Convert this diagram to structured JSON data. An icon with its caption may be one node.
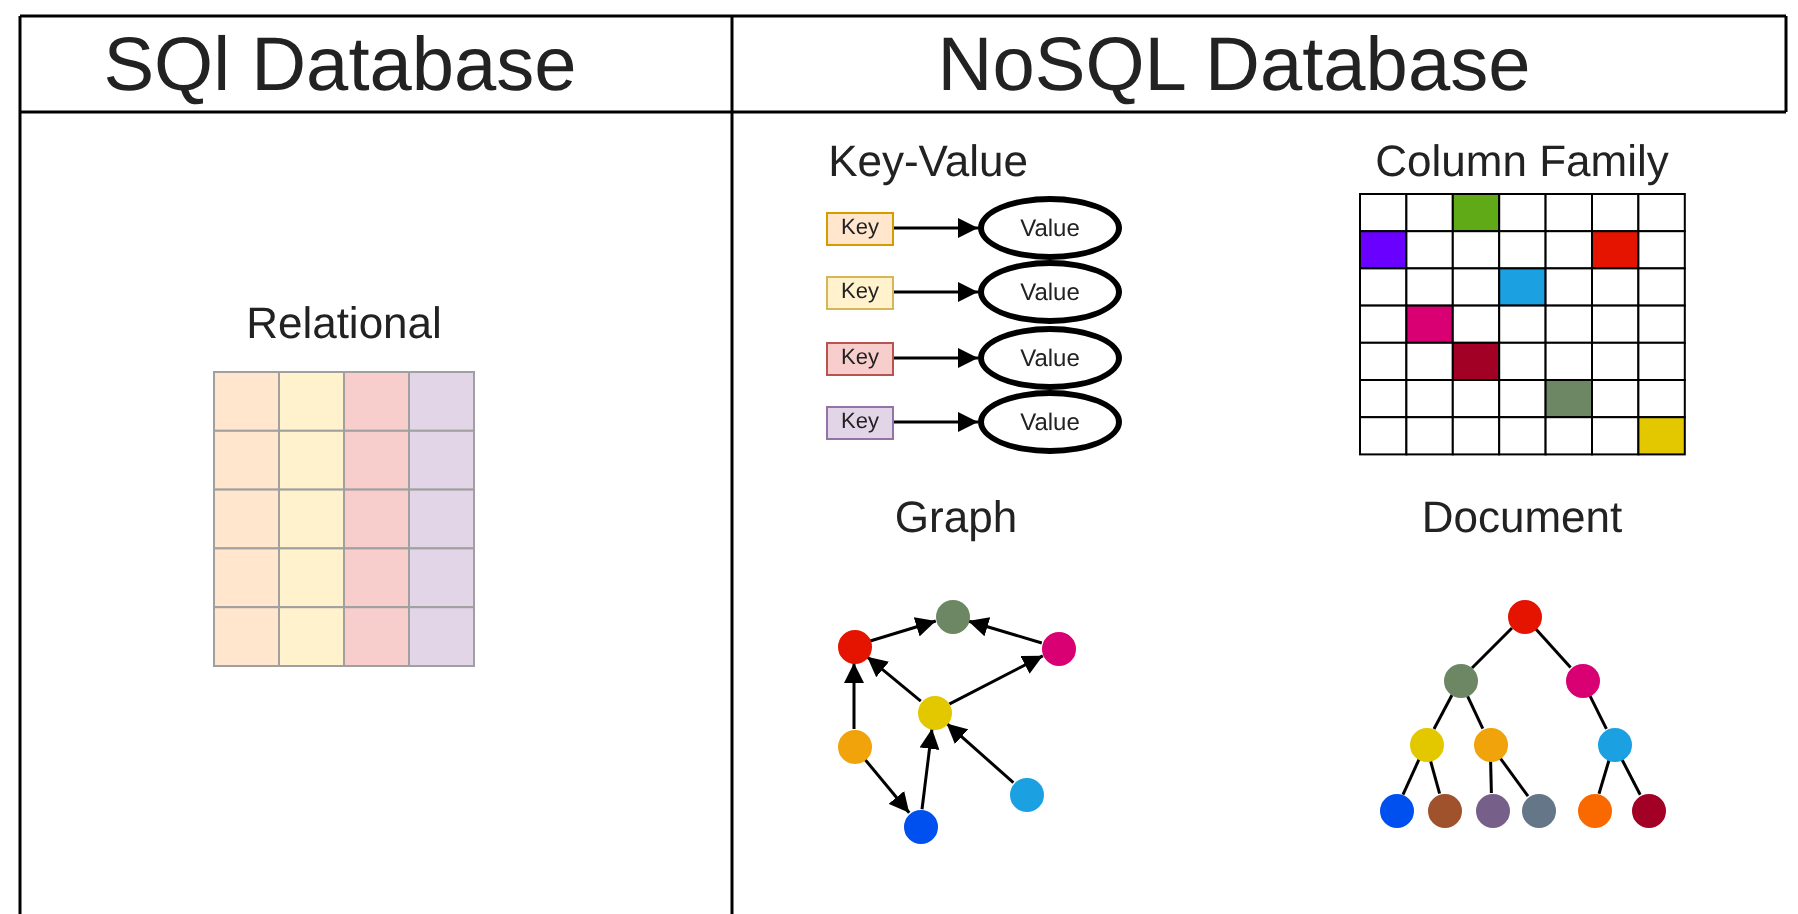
{
  "diagram": {
    "nodes": [
      {
        "text": [
          "Key"
        ]
      },
      {
        "text": [
          "Value"
        ]
      },
      {
        "text": [
          "Key"
        ]
      },
      {
        "text": [
          "Value"
        ]
      },
      {
        "text": [
          "Key"
        ]
      },
      {
        "text": [
          "Value"
        ]
      },
      {
        "text": [
          "Key"
        ]
      },
      {
        "text": [
          "Value"
        ]
      },
      {
        "text": [],
        "shape": "circle"
      },
      {
        "text": [],
        "shape": "circle"
      },
      {
        "text": [],
        "shape": "circle"
      },
      {
        "text": [],
        "shape": "circle"
      },
      {
        "text": [],
        "shape": "circle"
      },
      {
        "text": [],
        "shape": "circle"
      },
      {
        "text": [],
        "shape": "circle"
      },
      {
        "text": [],
        "shape": "circle"
      },
      {
        "text": [],
        "shape": "circle"
      },
      {
        "text": [],
        "shape": "circle"
      },
      {
        "text": [],
        "shape": "circle"
      },
      {
        "text": [],
        "shape": "circle"
      },
      {
        "text": [],
        "shape": "circle"
      },
      {
        "text": [],
        "shape": "circle"
      },
      {
        "text": [],
        "shape": "circle"
      },
      {
        "text": [],
        "shape": "circle"
      },
      {
        "text": [],
        "shape": "circle"
      },
      {
        "text": [],
        "shape": "circle"
      },
      {
        "text": [],
        "shape": "circle"
      }
    ],
    "edges": [
      {
        "from": 0,
        "to": 1,
        "arrow": "to"
      },
      {
        "from": 2,
        "to": 3,
        "arrow": "to"
      },
      {
        "from": 4,
        "to": 5,
        "arrow": "to"
      },
      {
        "from": 6,
        "to": 7,
        "arrow": "to"
      },
      {
        "from": 9,
        "to": 8,
        "arrow": "to"
      },
      {
        "from": 10,
        "to": 8,
        "arrow": "to"
      },
      {
        "from": 11,
        "to": 9,
        "arrow": "to"
      },
      {
        "from": 11,
        "to": 10,
        "arrow": "to"
      },
      {
        "from": 12,
        "to": 9,
        "arrow": "to"
      },
      {
        "from": 12,
        "to": 14,
        "arrow": "to"
      },
      {
        "from": 14,
        "to": 11,
        "arrow": "to"
      },
      {
        "from": 13,
        "to": 11,
        "arrow": "to"
      },
      {
        "from": 15,
        "to": 16,
        "arrow": "none"
      },
      {
        "from": 15,
        "to": 17,
        "arrow": "none"
      },
      {
        "from": 16,
        "to": 18,
        "arrow": "none"
      },
      {
        "from": 16,
        "to": 19,
        "arrow": "none"
      },
      {
        "from": 17,
        "to": 20,
        "arrow": "none"
      },
      {
        "from": 18,
        "to": 21,
        "arrow": "none"
      },
      {
        "from": 18,
        "to": 22,
        "arrow": "none"
      },
      {
        "from": 19,
        "to": 23,
        "arrow": "none"
      },
      {
        "from": 19,
        "to": 24,
        "arrow": "none"
      },
      {
        "from": 20,
        "to": 25,
        "arrow": "none"
      },
      {
        "from": 20,
        "to": 26,
        "arrow": "none"
      }
    ],
    "labels": [
      "SQl Database",
      "NoSQL Database",
      "Relational",
      "Key-Value",
      "Column Family",
      "Graph",
      "Document"
    ]
  }
}
